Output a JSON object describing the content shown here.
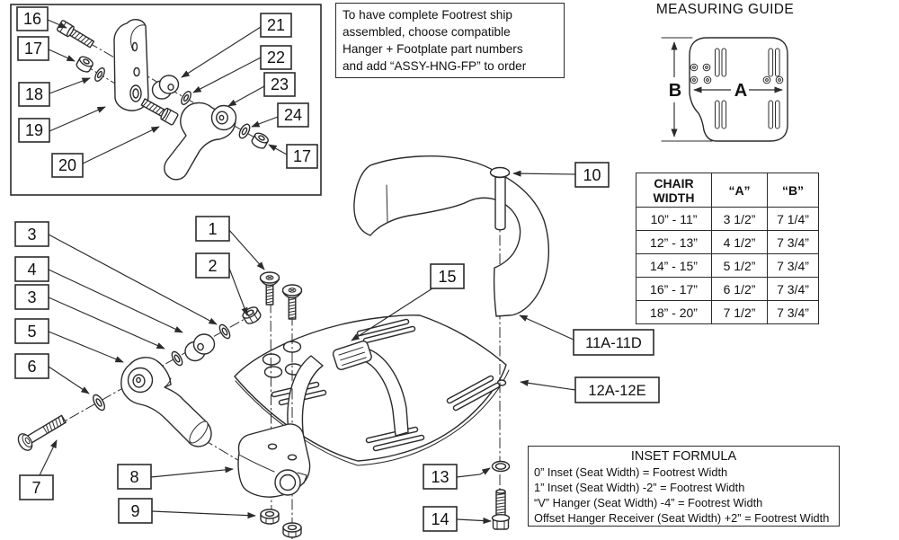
{
  "note": {
    "line1": "To have complete Footrest ship",
    "line2": "assembled, choose compatible",
    "line3": "Hanger + Footplate part numbers",
    "line4": "and add “ASSY-HNG-FP” to order"
  },
  "measuring_guide": {
    "title": "MEASURING GUIDE",
    "label_a": "A",
    "label_b": "B"
  },
  "size_table": {
    "header": {
      "col1": "CHAIR WIDTH",
      "col2": "“A”",
      "col3": "“B”"
    },
    "rows": [
      {
        "width": "10” - 11”",
        "a": "3 1/2”",
        "b": "7 1/4”"
      },
      {
        "width": "12” - 13”",
        "a": "4 1/2”",
        "b": "7 3/4”"
      },
      {
        "width": "14” - 15”",
        "a": "5 1/2”",
        "b": "7 3/4”"
      },
      {
        "width": "16” - 17”",
        "a": "6 1/2”",
        "b": "7 3/4”"
      },
      {
        "width": "18” - 20”",
        "a": "7 1/2”",
        "b": "7 3/4”"
      }
    ]
  },
  "inset_formula": {
    "title": "INSET FORMULA",
    "line1": "0” Inset (Seat Width) = Footrest Width",
    "line2": "1” Inset (Seat Width) -2” = Footrest Width",
    "line3": "“V” Hanger (Seat Width) -4” = Footrest Width",
    "line4": "Offset Hanger Receiver (Seat Width) +2” = Footrest Width"
  },
  "main_assembly": {
    "callouts": {
      "c1": "1",
      "c2": "2",
      "c3a": "3",
      "c4": "4",
      "c3b": "3",
      "c5": "5",
      "c6": "6",
      "c7": "7",
      "c8": "8",
      "c9": "9",
      "c10": "10",
      "c11": "11A-11D",
      "c12": "12A-12E",
      "c13": "13",
      "c14": "14",
      "c15": "15"
    }
  },
  "inset_assembly": {
    "callouts": {
      "c16": "16",
      "c17a": "17",
      "c18": "18",
      "c19": "19",
      "c20": "20",
      "c21": "21",
      "c22": "22",
      "c23": "23",
      "c24": "24",
      "c17b": "17"
    }
  }
}
